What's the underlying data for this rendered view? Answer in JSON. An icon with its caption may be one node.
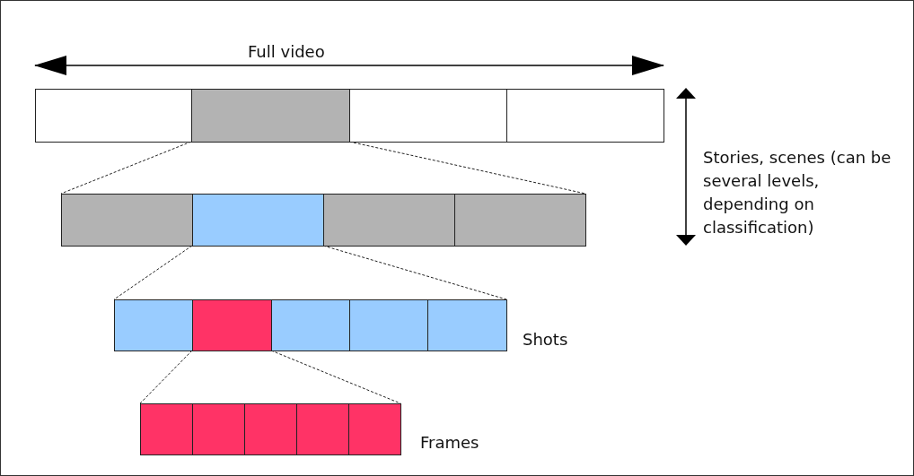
{
  "diagram": {
    "nodes": [
      {
        "text": [],
        "shape": "box"
      },
      {
        "text": [],
        "shape": "box"
      },
      {
        "text": [],
        "shape": "box"
      },
      {
        "text": [],
        "shape": "box"
      },
      {
        "text": [],
        "shape": "box"
      },
      {
        "text": [],
        "shape": "box"
      },
      {
        "text": [],
        "shape": "box"
      },
      {
        "text": [],
        "shape": "box"
      },
      {
        "text": [],
        "shape": "box"
      },
      {
        "text": [],
        "shape": "box"
      },
      {
        "text": [],
        "shape": "box"
      },
      {
        "text": [],
        "shape": "box"
      },
      {
        "text": [],
        "shape": "box"
      },
      {
        "text": [],
        "shape": "box"
      },
      {
        "text": [],
        "shape": "box"
      },
      {
        "text": [],
        "shape": "box"
      },
      {
        "text": [],
        "shape": "box"
      },
      {
        "text": [],
        "shape": "box"
      }
    ],
    "edges": [
      {
        "from": 1,
        "to": 4,
        "arrow": "none",
        "style": "dashed"
      },
      {
        "from": 1,
        "to": 7,
        "arrow": "none",
        "style": "dashed"
      },
      {
        "from": 5,
        "to": 8,
        "arrow": "none",
        "style": "dashed"
      },
      {
        "from": 5,
        "to": 12,
        "arrow": "none",
        "style": "dashed"
      },
      {
        "from": 9,
        "to": 13,
        "arrow": "none",
        "style": "dashed"
      },
      {
        "from": 9,
        "to": 17,
        "arrow": "none",
        "style": "dashed"
      }
    ],
    "labels": [
      "Full video",
      "Stories, scenes (can be several levels, depending on classification)",
      "Shots",
      "Frames"
    ]
  }
}
